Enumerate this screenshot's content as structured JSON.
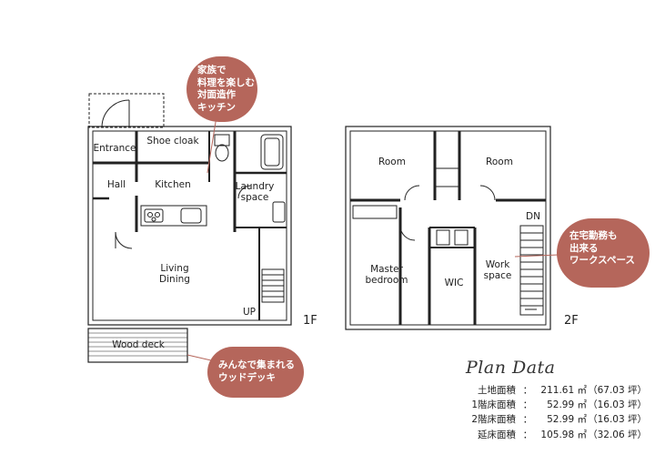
{
  "rooms_1f": {
    "entrance": "Entrance",
    "shoe_cloak": "Shoe cloak",
    "hall": "Hall",
    "kitchen": "Kitchen",
    "laundry": "Laundry\nspace",
    "living": "Living\nDining",
    "up": "UP",
    "wood_deck": "Wood deck",
    "floor": "1F"
  },
  "rooms_2f": {
    "room_left": "Room",
    "room_right": "Room",
    "master": "Master\nbedroom",
    "wic": "WIC",
    "work": "Work\nspace",
    "dn": "DN",
    "floor": "2F"
  },
  "callouts": {
    "kitchen": "家族で\n料理を楽しむ\n対面造作\nキッチン",
    "deck": "みんなで集まれる\nウッドデッキ",
    "work": "在宅勤務も\n出来る\nワークスペース"
  },
  "colors": {
    "callout_fill": "#b5665b",
    "wall": "#222222"
  },
  "plan_data": {
    "title": "Plan Data",
    "rows": [
      {
        "label": "土地面積",
        "value": "211.61 ㎡",
        "tsubo": "（67.03 坪）"
      },
      {
        "label": "1階床面積",
        "value": "52.99 ㎡",
        "tsubo": "（16.03 坪）"
      },
      {
        "label": "2階床面積",
        "value": "52.99 ㎡",
        "tsubo": "（16.03 坪）"
      },
      {
        "label": "延床面積",
        "value": "105.98 ㎡",
        "tsubo": "（32.06 坪）"
      }
    ],
    "colon": "："
  }
}
